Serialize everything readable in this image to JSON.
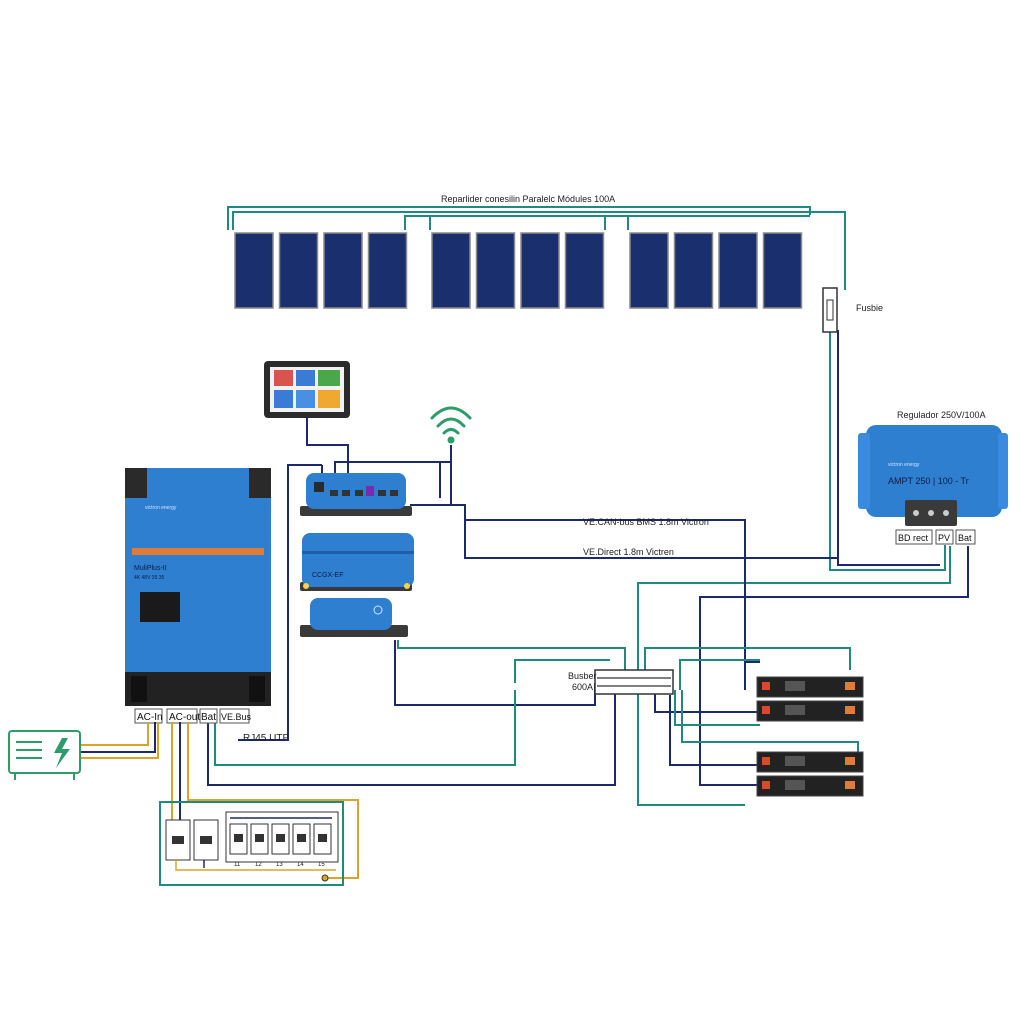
{
  "colors": {
    "teal": "#1f8a80",
    "navy": "#1c2a6b",
    "yellow": "#d9a62b",
    "victron_blue": "#2f7fd0",
    "panel_navy": "#1a2f6e"
  },
  "labels": {
    "panels_title": "Reparlider conesilin Paralelc Módules 100A",
    "fuse": "Fusbie",
    "regulator_title": "Regulador 250V/100A",
    "vecan": "VE.CAN-bus BMS 1.8m Victron",
    "vedirect": "VE.Direct 1.8m Victren",
    "busbar_line1": "Busber",
    "busbar_line2": "600A",
    "rj45": "RJ45 UTP"
  },
  "inverter": {
    "brand": "victron energy",
    "model_line1": "MuliPlus-II",
    "model_line2": "4K 48V 35 35"
  },
  "mppt": {
    "brand": "victron energy",
    "title": "AMPT 250 | 100 - Tr",
    "terminals": [
      "BD rect",
      "PV",
      "Bat"
    ]
  },
  "gx": {
    "label": "CCGX-EF"
  },
  "inverter_terminals": [
    "AC-In",
    "AC-out",
    "Bat",
    "VE.Bus"
  ],
  "breakers": {
    "labels": [
      "11",
      "12",
      "13",
      "14",
      "15"
    ]
  },
  "icons": {
    "wifi": "wifi-icon",
    "generator": "generator-lightning-icon",
    "touchscreen": "gx-touch-screen-icon"
  }
}
